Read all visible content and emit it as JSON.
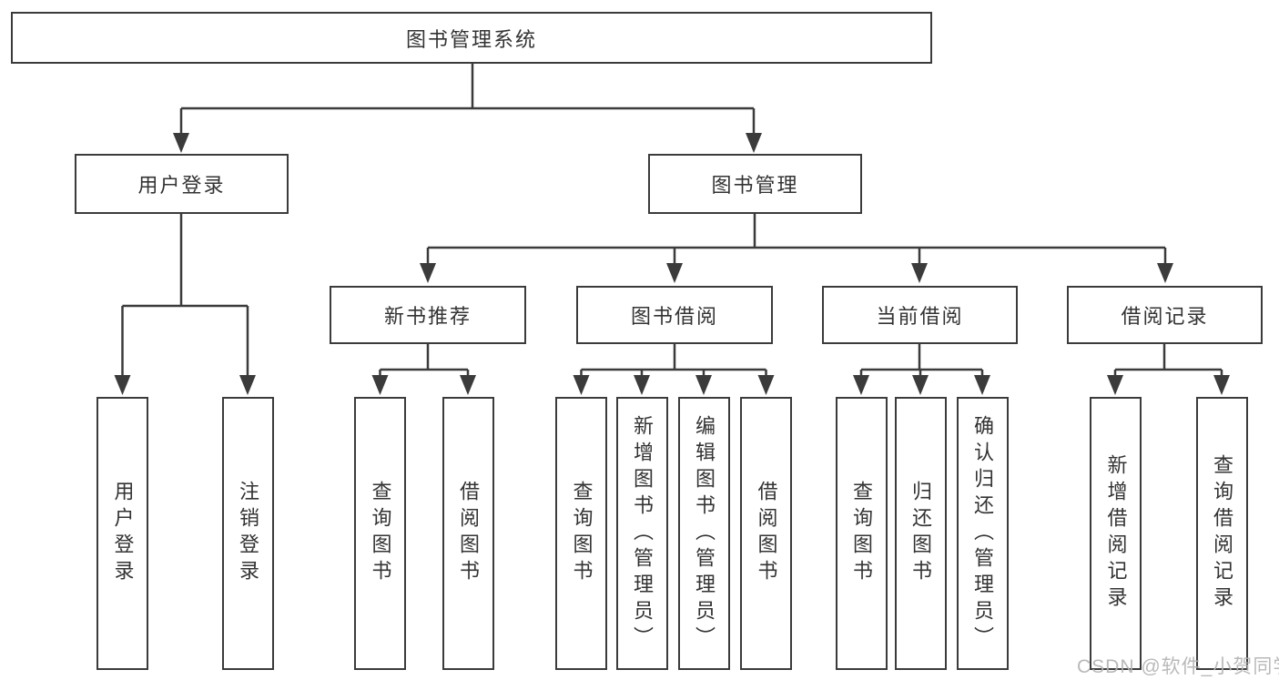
{
  "tree": {
    "root": {
      "label": "图书管理系统"
    },
    "branches": [
      {
        "label": "用户登录",
        "children": [
          {
            "label": "用户登录"
          },
          {
            "label": "注销登录"
          }
        ]
      },
      {
        "label": "图书管理",
        "children": [
          {
            "label": "新书推荐",
            "children": [
              {
                "label": "查询图书"
              },
              {
                "label": "借阅图书"
              }
            ]
          },
          {
            "label": "图书借阅",
            "children": [
              {
                "label": "查询图书"
              },
              {
                "label": "新增图书（管理员）"
              },
              {
                "label": "编辑图书（管理员）"
              },
              {
                "label": "借阅图书"
              }
            ]
          },
          {
            "label": "当前借阅",
            "children": [
              {
                "label": "查询图书"
              },
              {
                "label": "归还图书"
              },
              {
                "label": "确认归还（管理员）"
              }
            ]
          },
          {
            "label": "借阅记录",
            "children": [
              {
                "label": "新增借阅记录"
              },
              {
                "label": "查询借阅记录"
              }
            ]
          }
        ]
      }
    ]
  },
  "watermark": {
    "text": "CSDN @软件_小贺同学"
  },
  "colors": {
    "line": "#3b3b3b",
    "box_border": "#3b3b3b",
    "text": "#333333",
    "watermark": "#b4b4b4",
    "background": "#ffffff"
  }
}
